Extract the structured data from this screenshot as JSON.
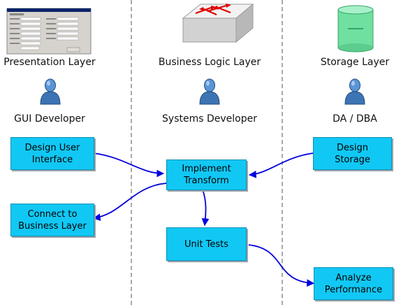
{
  "lanes": {
    "presentation": "Presentation Layer",
    "business": "Business Logic Layer",
    "storage": "Storage Layer"
  },
  "roles": {
    "gui": "GUI Developer",
    "systems": "Systems Developer",
    "dba": "DA / DBA"
  },
  "tasks": {
    "design_ui": [
      "Design User",
      "Interface"
    ],
    "connect": [
      "Connect to",
      "Business Layer"
    ],
    "implement": [
      "Implement",
      "Transform"
    ],
    "unit_tests": [
      "Unit Tests"
    ],
    "design_storage": [
      "Design",
      "Storage"
    ],
    "analyze": [
      "Analyze",
      "Performance"
    ]
  },
  "icons": [
    "screenshot-thumbnail-icon",
    "network-switch-icon",
    "database-cylinder-icon",
    "person-icon"
  ],
  "colors": {
    "task_fill": "#11c8f4",
    "arrow": "#0000dd",
    "divider": "#a9a9a9"
  }
}
